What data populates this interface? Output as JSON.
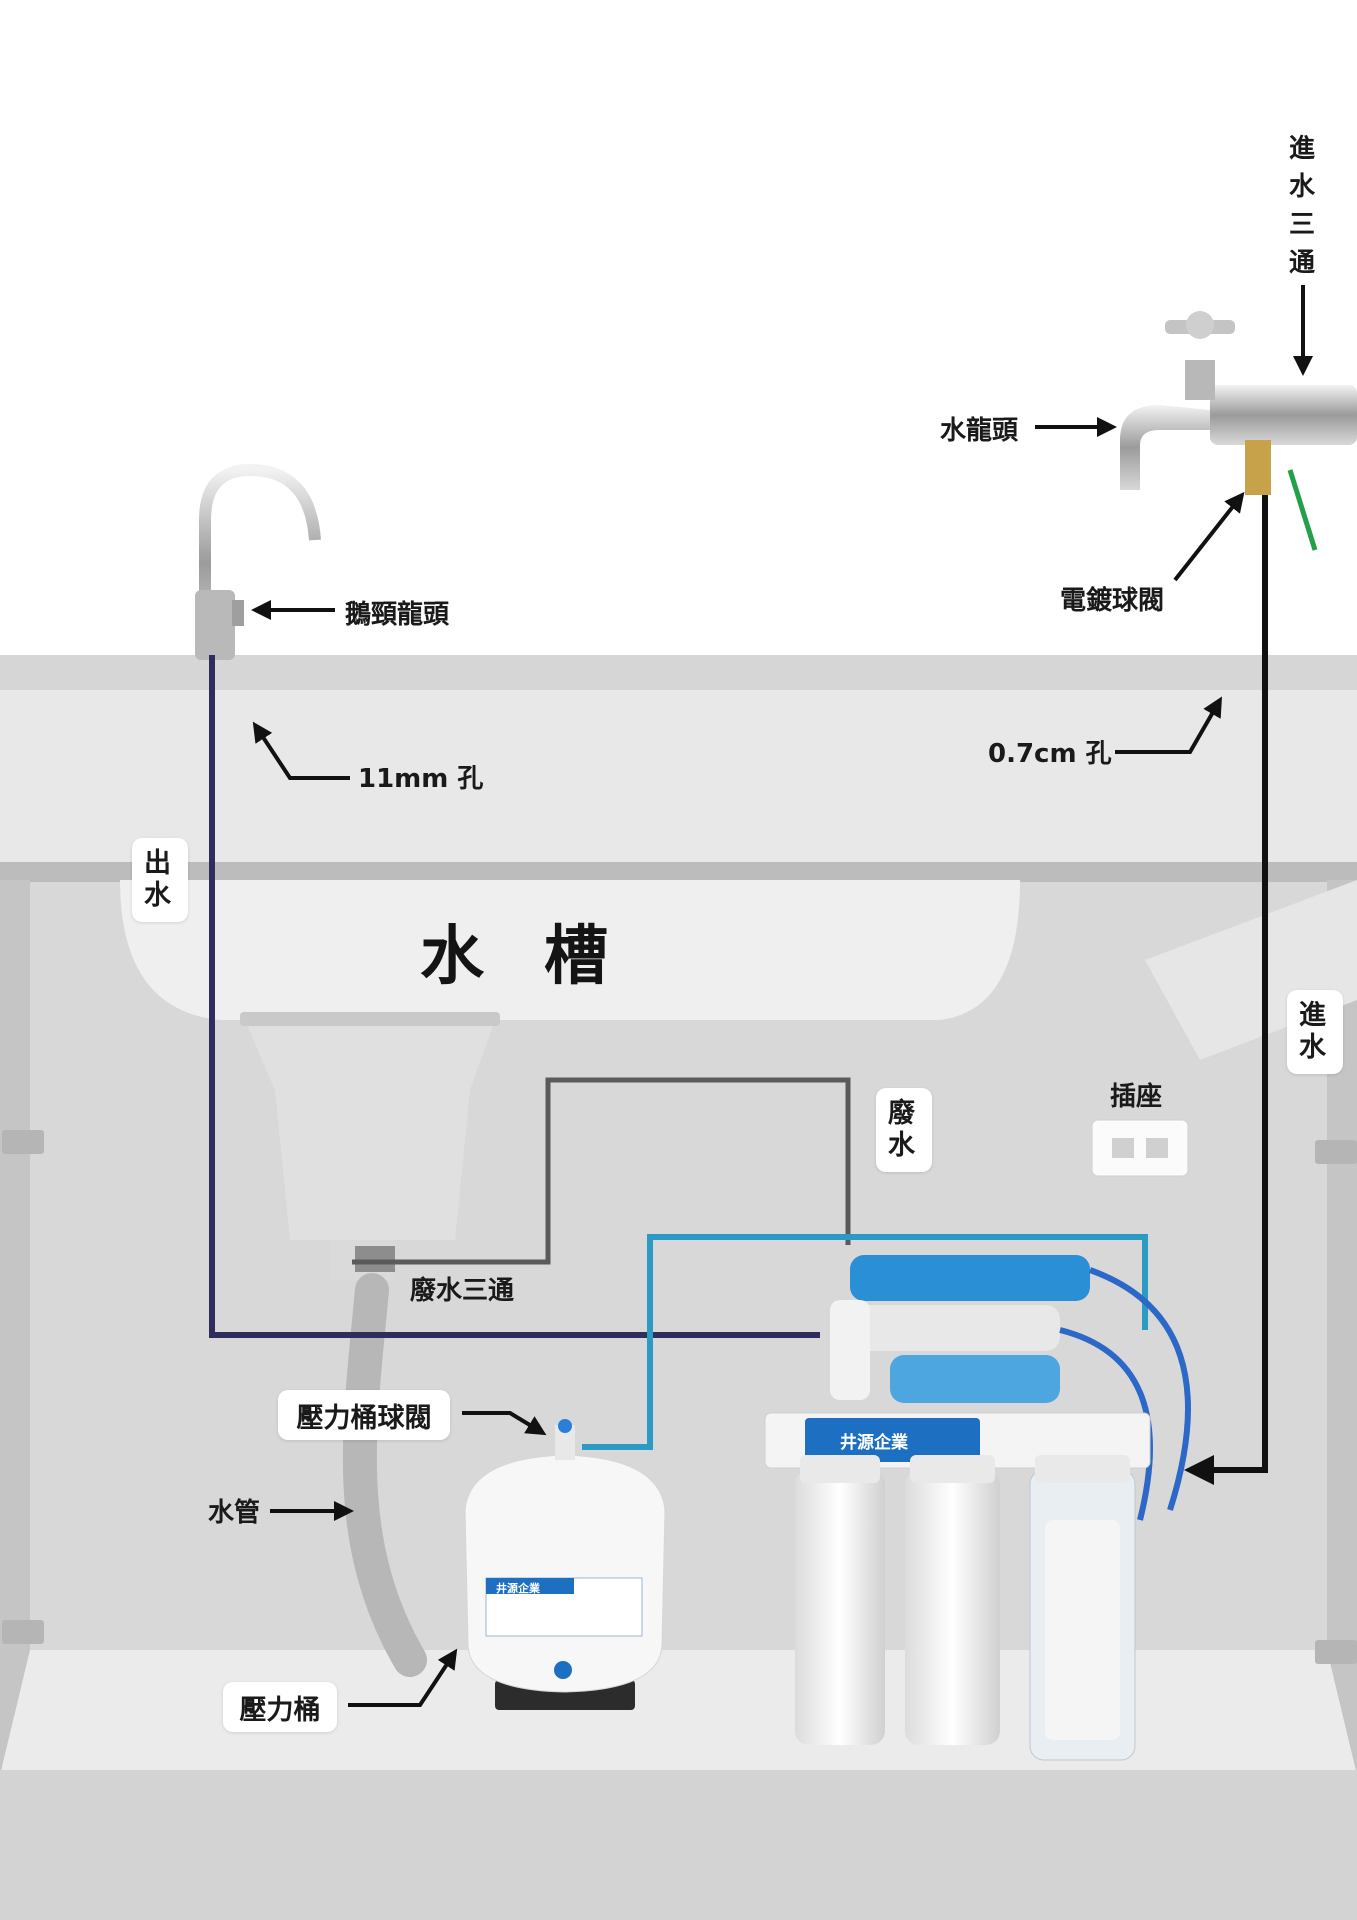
{
  "labels": {
    "inlet_tee": "進水三通",
    "faucet": "水龍頭",
    "ball_valve": "電鍍球閥",
    "gooseneck_faucet": "鵝頸龍頭",
    "hole_11mm": "11mm 孔",
    "hole_07cm": "0.7cm 孔",
    "outlet": "出水",
    "sink": "水槽",
    "water_in": "進水",
    "socket": "插座",
    "waste_water": "廢水",
    "waste_tee": "廢水三通",
    "tank_valve": "壓力桶球閥",
    "hose": "水管",
    "pressure_tank": "壓力桶"
  },
  "brand": {
    "unit": "井源企業",
    "tank": "井源企業"
  },
  "colors": {
    "outlet_line": "#2e2d5c",
    "inlet_line": "#111111",
    "waste_line": "#5a5a5a",
    "tank_line": "#2b9bc4",
    "cabinet": "#e4e3e3",
    "brand_blue": "#1d6fc2"
  }
}
